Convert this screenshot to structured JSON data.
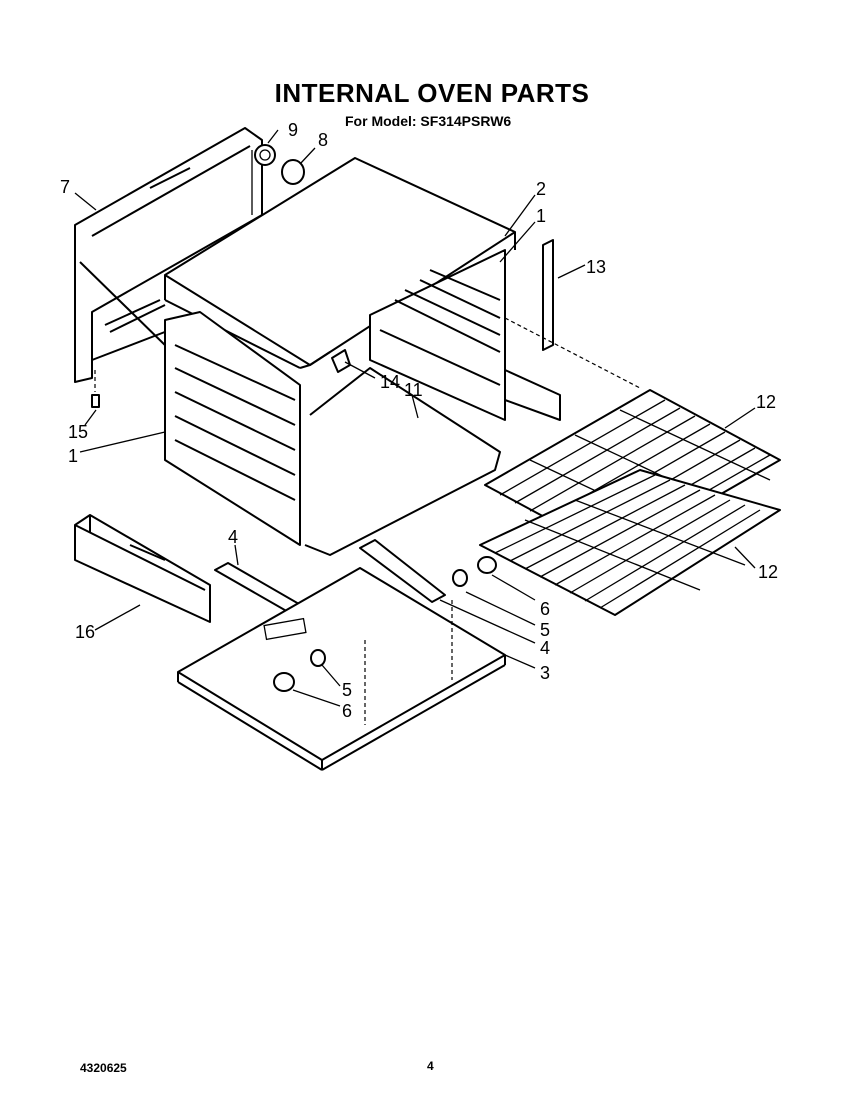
{
  "title": "INTERNAL OVEN PARTS",
  "subtitle": "For Model: SF314PSRW6",
  "footer": {
    "doc_number": "4320625",
    "page_number": "4"
  },
  "callouts": {
    "c1a": "1",
    "c1b": "1",
    "c2": "2",
    "c3": "3",
    "c4a": "4",
    "c4b": "4",
    "c5a": "5",
    "c5b": "5",
    "c6a": "6",
    "c6b": "6",
    "c7": "7",
    "c8": "8",
    "c9": "9",
    "c11": "11",
    "c12a": "12",
    "c12b": "12",
    "c13": "13",
    "c14": "14",
    "c15": "15",
    "c16": "16"
  }
}
